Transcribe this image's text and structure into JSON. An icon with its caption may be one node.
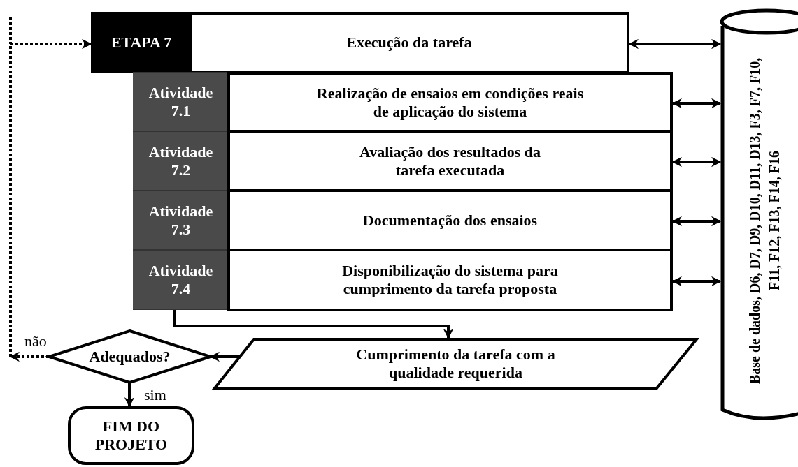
{
  "diagram": {
    "nodes": [
      {
        "text": [
          "ETAPA 7"
        ]
      },
      {
        "text": [
          "Execução da tarefa"
        ]
      },
      {
        "text": [
          "Atividade 7.1"
        ]
      },
      {
        "text": [
          "Realização de ensaios em condições reais de aplicação do sistema"
        ]
      },
      {
        "text": [
          "Atividade 7.2"
        ]
      },
      {
        "text": [
          "Avaliação dos resultados da tarefa executada"
        ]
      },
      {
        "text": [
          "Atividade 7.3"
        ]
      },
      {
        "text": [
          "Documentação dos ensaios"
        ]
      },
      {
        "text": [
          "Atividade 7.4"
        ]
      },
      {
        "text": [
          "Disponibilização do sistema para cumprimento da tarefa proposta"
        ]
      },
      {
        "text": [
          "Cumprimento da tarefa com a qualidade requerida"
        ]
      },
      {
        "text": [
          "Adequados?"
        ]
      },
      {
        "text": [
          "FIM DO PROJETO"
        ]
      },
      {
        "text": [
          "Base de dados, D6, D7, D9, D10, D11, D13, F3, F7, F10, F11, F12, F13, F14, F16"
        ]
      }
    ],
    "edges": [
      {
        "from": 1,
        "to": 13,
        "arrow": "both"
      },
      {
        "from": 3,
        "to": 13,
        "arrow": "both"
      },
      {
        "from": 5,
        "to": 13,
        "arrow": "both"
      },
      {
        "from": 7,
        "to": 13,
        "arrow": "both"
      },
      {
        "from": 9,
        "to": 13,
        "arrow": "both"
      },
      {
        "from": 8,
        "to": 10,
        "arrow": "to"
      },
      {
        "from": 10,
        "to": 11,
        "arrow": "to"
      },
      {
        "from": 11,
        "to": 12,
        "arrow": "to",
        "label": "sim"
      },
      {
        "from": 11,
        "to": null,
        "arrow": "to",
        "label": "não",
        "style": "dashed"
      },
      {
        "from": null,
        "to": 0,
        "arrow": "to",
        "style": "dashed"
      }
    ]
  }
}
